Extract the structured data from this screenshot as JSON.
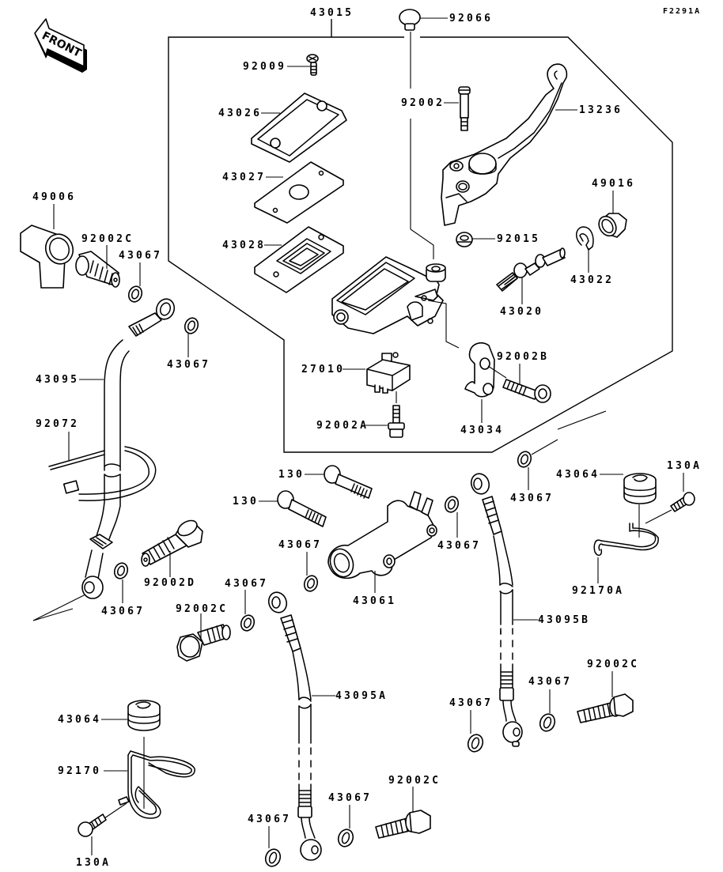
{
  "diagram": {
    "title": "Front Master Cylinder",
    "figure_code": "F2291A",
    "orientation_badge": "FRONT",
    "colors": {
      "line": "#000000",
      "background": "#ffffff"
    }
  },
  "labels": {
    "assembly_43015": "43015",
    "cap_92066": "92066",
    "screw_92009": "92009",
    "cap_43026": "43026",
    "plate_43027": "43027",
    "diaphragm_43028": "43028",
    "bolt_92002": "92002",
    "lever_13236": "13236",
    "boot_49016": "49016",
    "nut_92015": "92015",
    "circlip_43022": "43022",
    "piston_43020": "43020",
    "switch_27010": "27010",
    "bolt_92002B": "92002B",
    "bolt_92002A": "92002A",
    "holder_43034": "43034",
    "cap_49006": "49006",
    "bolt_92002C_top": "92002C",
    "washer_43067_a": "43067",
    "washer_43067_b": "43067",
    "hose_43095": "43095",
    "clamp_92072": "92072",
    "washer_43067_c": "43067",
    "bolt_92002D": "92002D",
    "bolt_130_a": "130",
    "bolt_130_b": "130",
    "washer_43067_d": "43067",
    "joint_43061": "43061",
    "washer_43067_e": "43067",
    "washer_43067_f": "43067",
    "grommet_43064_r": "43064",
    "bolt_130A_r": "130A",
    "clamp_92170A": "92170A",
    "hose_43095B": "43095B",
    "washer_43067_g": "43067",
    "bolt_92002C_mid": "92002C",
    "hose_43095A": "43095A",
    "grommet_43064_l": "43064",
    "clamp_92170": "92170",
    "bolt_130A_l": "130A",
    "washer_43067_h": "43067",
    "washer_43067_i": "43067",
    "bolt_92002C_br": "92002C",
    "washer_43067_j": "43067",
    "washer_43067_k": "43067",
    "bolt_92002C_bottom": "92002C"
  }
}
